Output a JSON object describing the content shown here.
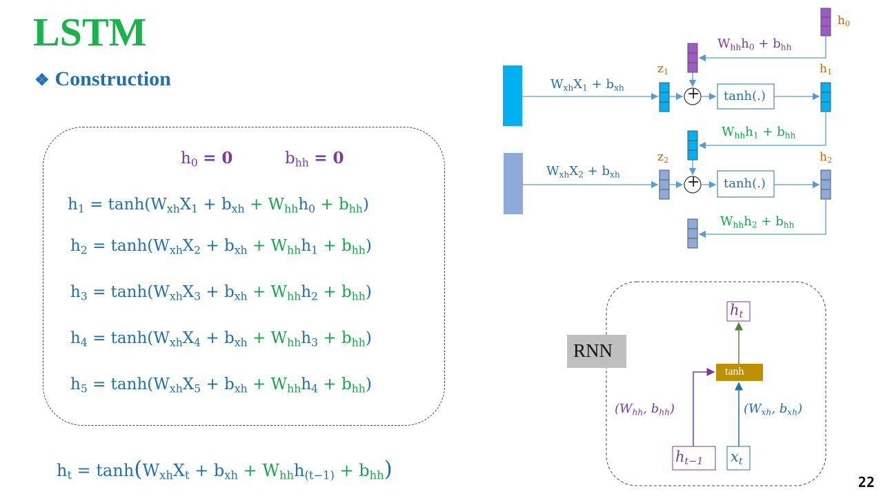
{
  "slide": {
    "title": "LSTM",
    "subtitle_bullet": "❖",
    "subtitle": "Construction",
    "page_number": "22"
  },
  "equations": {
    "init": {
      "h0": "h",
      "h0_sub": "0",
      "h0_val": "= 𝟎",
      "bhh": "b",
      "bhh_sub": "hh",
      "bhh_val": "= 𝟎"
    },
    "steps": [
      {
        "lhs_sub": "1",
        "x_sub": "1",
        "h_sub": "0"
      },
      {
        "lhs_sub": "2",
        "x_sub": "2",
        "h_sub": "1"
      },
      {
        "lhs_sub": "3",
        "x_sub": "3",
        "h_sub": "2"
      },
      {
        "lhs_sub": "4",
        "x_sub": "4",
        "h_sub": "3"
      },
      {
        "lhs_sub": "5",
        "x_sub": "5",
        "h_sub": "4"
      }
    ],
    "general": {
      "lhs_sub": "t",
      "x_sub": "t",
      "h_sub": "(t−1)"
    },
    "tokens": {
      "h": "h",
      "eq_tanh": "= tanh",
      "open": "(",
      "close": ")",
      "W": "W",
      "xh": "xh",
      "hh": "hh",
      "X": "X",
      "plus_b": "+ b",
      "plus_W": "+ W"
    }
  },
  "unrolled": {
    "h0_label": "h",
    "h0_sub": "0",
    "h1_label": "h",
    "h1_sub": "1",
    "h2_label": "h",
    "h2_sub": "2",
    "z1_label": "z",
    "z1_sub": "1",
    "z2_label": "z",
    "z2_sub": "2",
    "rec0_label": [
      "W",
      "hh",
      "h",
      "0",
      " + b",
      "hh"
    ],
    "rec1_label": [
      "W",
      "hh",
      "h",
      "1",
      " + b",
      "hh"
    ],
    "rec2_label": [
      "W",
      "hh",
      "h",
      "2",
      " + b",
      "hh"
    ],
    "in1_label": [
      "W",
      "xh",
      "X",
      "1",
      " + b",
      "xh"
    ],
    "in2_label": [
      "W",
      "xh",
      "X",
      "2",
      " + b",
      "xh"
    ],
    "tanh_box": "tanh(.)",
    "plus_symbol": "+"
  },
  "cell": {
    "rnn_label": "RNN",
    "tanh_label": "tanh",
    "h_t": "h",
    "h_t_sub": "t",
    "h_prev": "h",
    "h_prev_sub": "t−1",
    "x_t": "x",
    "x_t_sub": "t",
    "hidden_params": "(W",
    "hidden_params_sub1": "hh",
    "hidden_params_mid": ", b",
    "hidden_params_sub2": "hh",
    "hidden_params_end": ")",
    "input_params": "(W",
    "input_params_sub1": "xh",
    "input_params_mid": ", b",
    "input_params_sub2": "xh",
    "input_params_end": ")"
  },
  "colors": {
    "title_green": "#19b24b",
    "blue_text": "#1f6fb4",
    "green_text": "#12a84a",
    "purple": "#7b3aa6",
    "orange_label": "#c0691b",
    "cyan_block": "#00b0f0",
    "light_blue_block": "#8eaadb",
    "tanh_fill": "#bf9000",
    "rnn_fill": "#bfbfbf",
    "arrow_blue": "#5b9bd5",
    "arrow_green": "#548235"
  }
}
